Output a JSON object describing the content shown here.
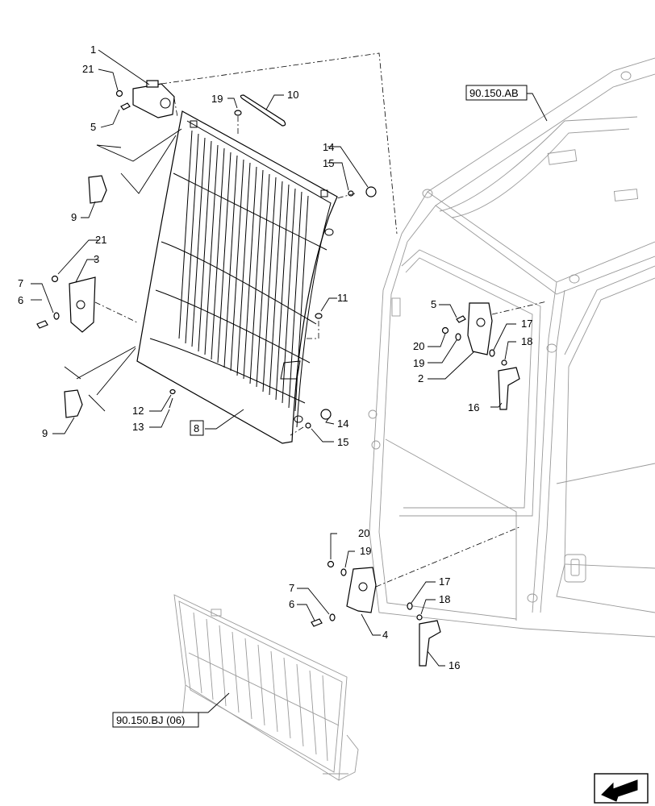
{
  "callouts": {
    "c1": "1",
    "c21a": "21",
    "c5a": "5",
    "c19a": "19",
    "c10": "10",
    "c9a": "9",
    "c14a": "14",
    "c15a": "15",
    "c21b": "21",
    "c3": "3",
    "c7a": "7",
    "c6a": "6",
    "c11": "11",
    "c12": "12",
    "c13": "13",
    "c8": "8",
    "c14b": "14",
    "c15b": "15",
    "c9b": "9",
    "c5b": "5",
    "c20a": "20",
    "c19b": "19",
    "c2": "2",
    "c17a": "17",
    "c18a": "18",
    "c16a": "16",
    "c20b": "20",
    "c19c": "19",
    "c7b": "7",
    "c6b": "6",
    "c4": "4",
    "c17b": "17",
    "c18b": "18",
    "c16b": "16"
  },
  "references": {
    "cab": "90.150.AB",
    "rear_guard": "90.150.BJ (06)"
  },
  "icons": {
    "nav": "next-page-arrow-icon"
  }
}
